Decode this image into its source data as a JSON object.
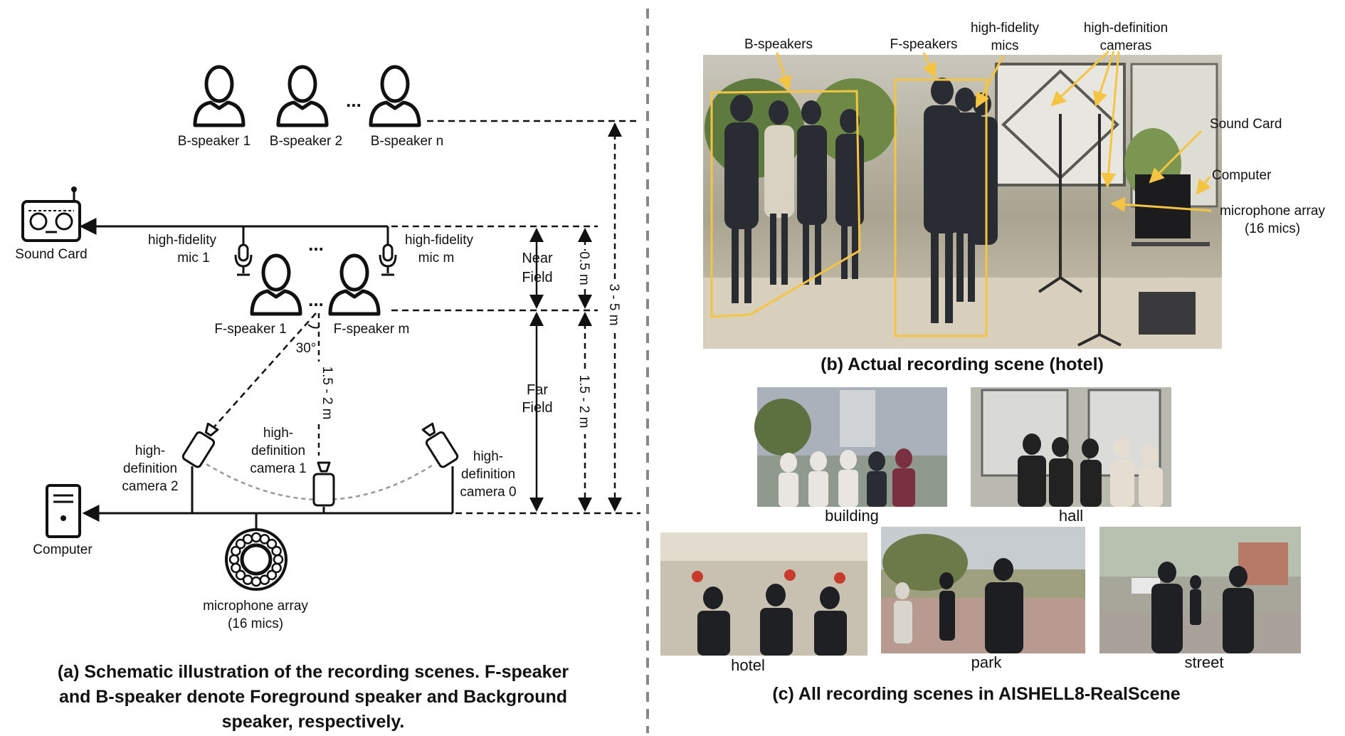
{
  "panel_a": {
    "b_speakers": [
      "B-speaker 1",
      "B-speaker 2",
      "B-speaker n"
    ],
    "f_speakers": [
      "F-speaker 1",
      "F-speaker m"
    ],
    "ellipsis": "...",
    "sound_card": "Sound Card",
    "computer": "Computer",
    "mic1": [
      "high-fidelity",
      "mic 1"
    ],
    "micm": [
      "high-fidelity",
      "mic m"
    ],
    "cam2": [
      "high-",
      "definition",
      "camera 2"
    ],
    "cam1": [
      "high-",
      "definition",
      "camera 1"
    ],
    "cam0": [
      "high-",
      "definition",
      "camera 0"
    ],
    "array": [
      "microphone array",
      "(16 mics)"
    ],
    "near_field": [
      "Near",
      "Field"
    ],
    "far_field": [
      "Far",
      "Field"
    ],
    "dist_near": "0.5 m",
    "dist_far": "1.5 - 2 m",
    "dist_total": "3 - 5 m",
    "dist_center": "1.5 - 2 m",
    "angle": "30°",
    "caption": [
      "(a) Schematic illustration of the recording scenes. F-speaker",
      "and B-speaker denote Foreground speaker and Background",
      "speaker, respectively."
    ]
  },
  "panel_b": {
    "ann_b_speakers": "B-speakers",
    "ann_f_speakers": "F-speakers",
    "ann_mics": [
      "high-fidelity",
      "mics"
    ],
    "ann_cameras": [
      "high-definition",
      "cameras"
    ],
    "ann_sound_card": "Sound Card",
    "ann_computer": "Computer",
    "ann_array": [
      "microphone array",
      "(16 mics)"
    ],
    "caption": "(b) Actual recording scene (hotel)"
  },
  "panel_c": {
    "scenes": [
      "building",
      "hall",
      "hotel",
      "park",
      "street"
    ],
    "caption": "(c) All recording scenes in AISHELL8-RealScene"
  },
  "colors": {
    "annotation": "#f5c542",
    "line": "#111111",
    "arc": "#999999"
  }
}
